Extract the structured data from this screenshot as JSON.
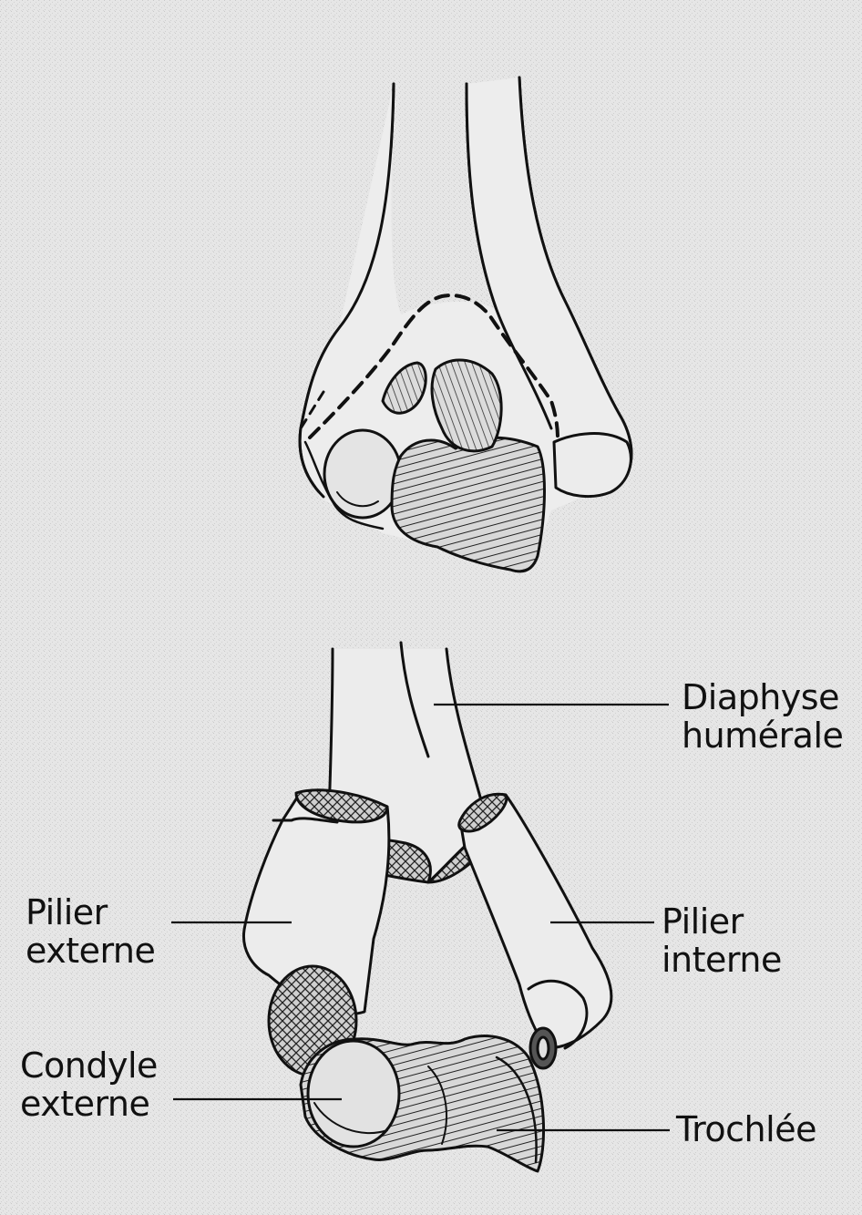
{
  "labels": {
    "diaphyse": {
      "line1": "Diaphyse",
      "line2": "humérale"
    },
    "pilier_externe": {
      "line1": "Pilier",
      "line2": "externe"
    },
    "pilier_interne": {
      "line1": "Pilier",
      "line2": "interne"
    },
    "condyle_externe": {
      "line1": "Condyle",
      "line2": "externe"
    },
    "trochlee": {
      "line1": "Trochlée"
    }
  },
  "colors": {
    "background": "#e6e6e6",
    "ink": "#111111",
    "bone_fill": "#e8e8e8",
    "shade": "#6a6a6a",
    "cut_surface": "#9a9a9a"
  }
}
